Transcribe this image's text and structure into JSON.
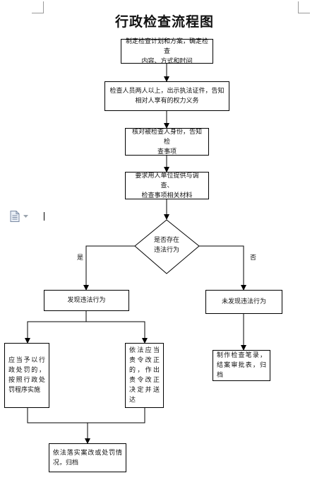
{
  "title": "行政检查流程图",
  "steps": {
    "s1": "制定检查计划和方案，确定检查\n内容、方式和时间",
    "s2": "检查人员两人以上，出示执法证件，告知\n相对人享有的权力义务",
    "s3": "核对被检查人身份，告知检\n查事项",
    "s4": "要求用人单位提供与调查、\n检查事项相关材料",
    "decision": "是否存在\n违法行为",
    "yes_label": "是",
    "no_label": "否",
    "found": "发现违法行为",
    "not_found": "未发现违法行为",
    "penalty": "应当予以行政处罚的，按照行政处罚程序实施",
    "correct": "依法应当责令改正的，作出责令改正决定并送达",
    "record": "制作检查笔录，结案审批表，归档",
    "final": "依法落实案改或处罚情况，归档"
  }
}
